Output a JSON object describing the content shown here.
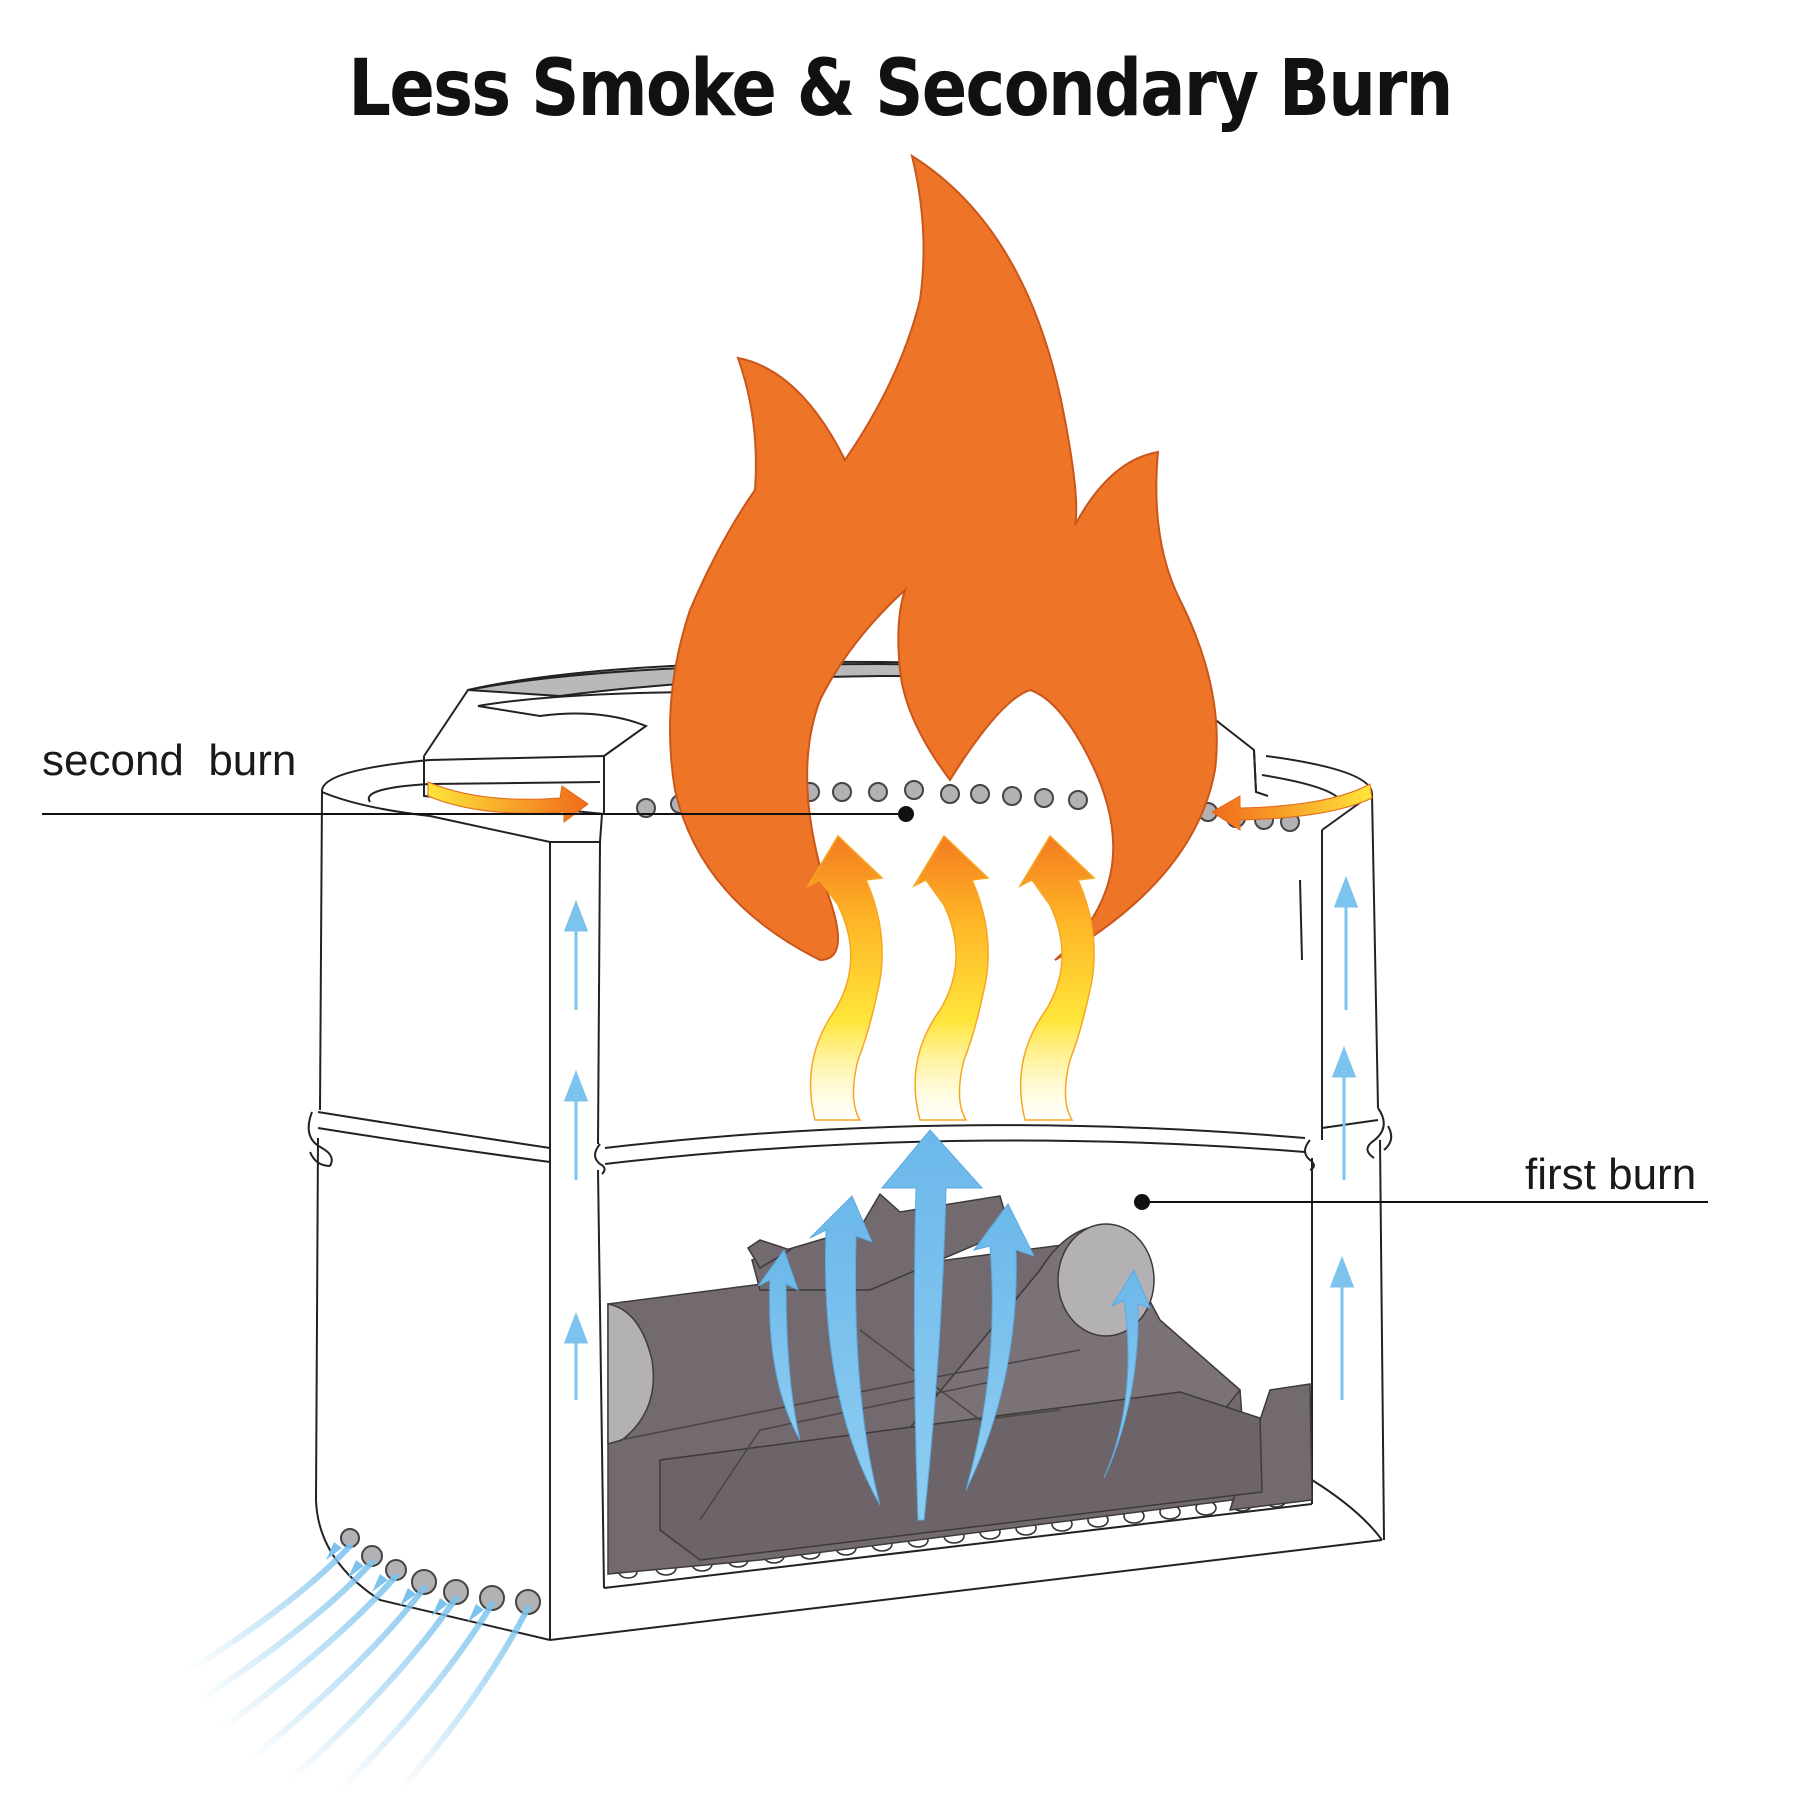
{
  "title": "Less Smoke & Secondary Burn",
  "labels": {
    "second_burn": "second  burn",
    "first_burn": "first burn"
  },
  "colors": {
    "flame": "#EE7428",
    "flame_stroke": "#C9561A",
    "air_flow": "#7CC3EE",
    "logs": "#726A6E",
    "log_end": "#B4B1B4",
    "outline": "#222222",
    "heat_yellow": "#FFE53A"
  }
}
